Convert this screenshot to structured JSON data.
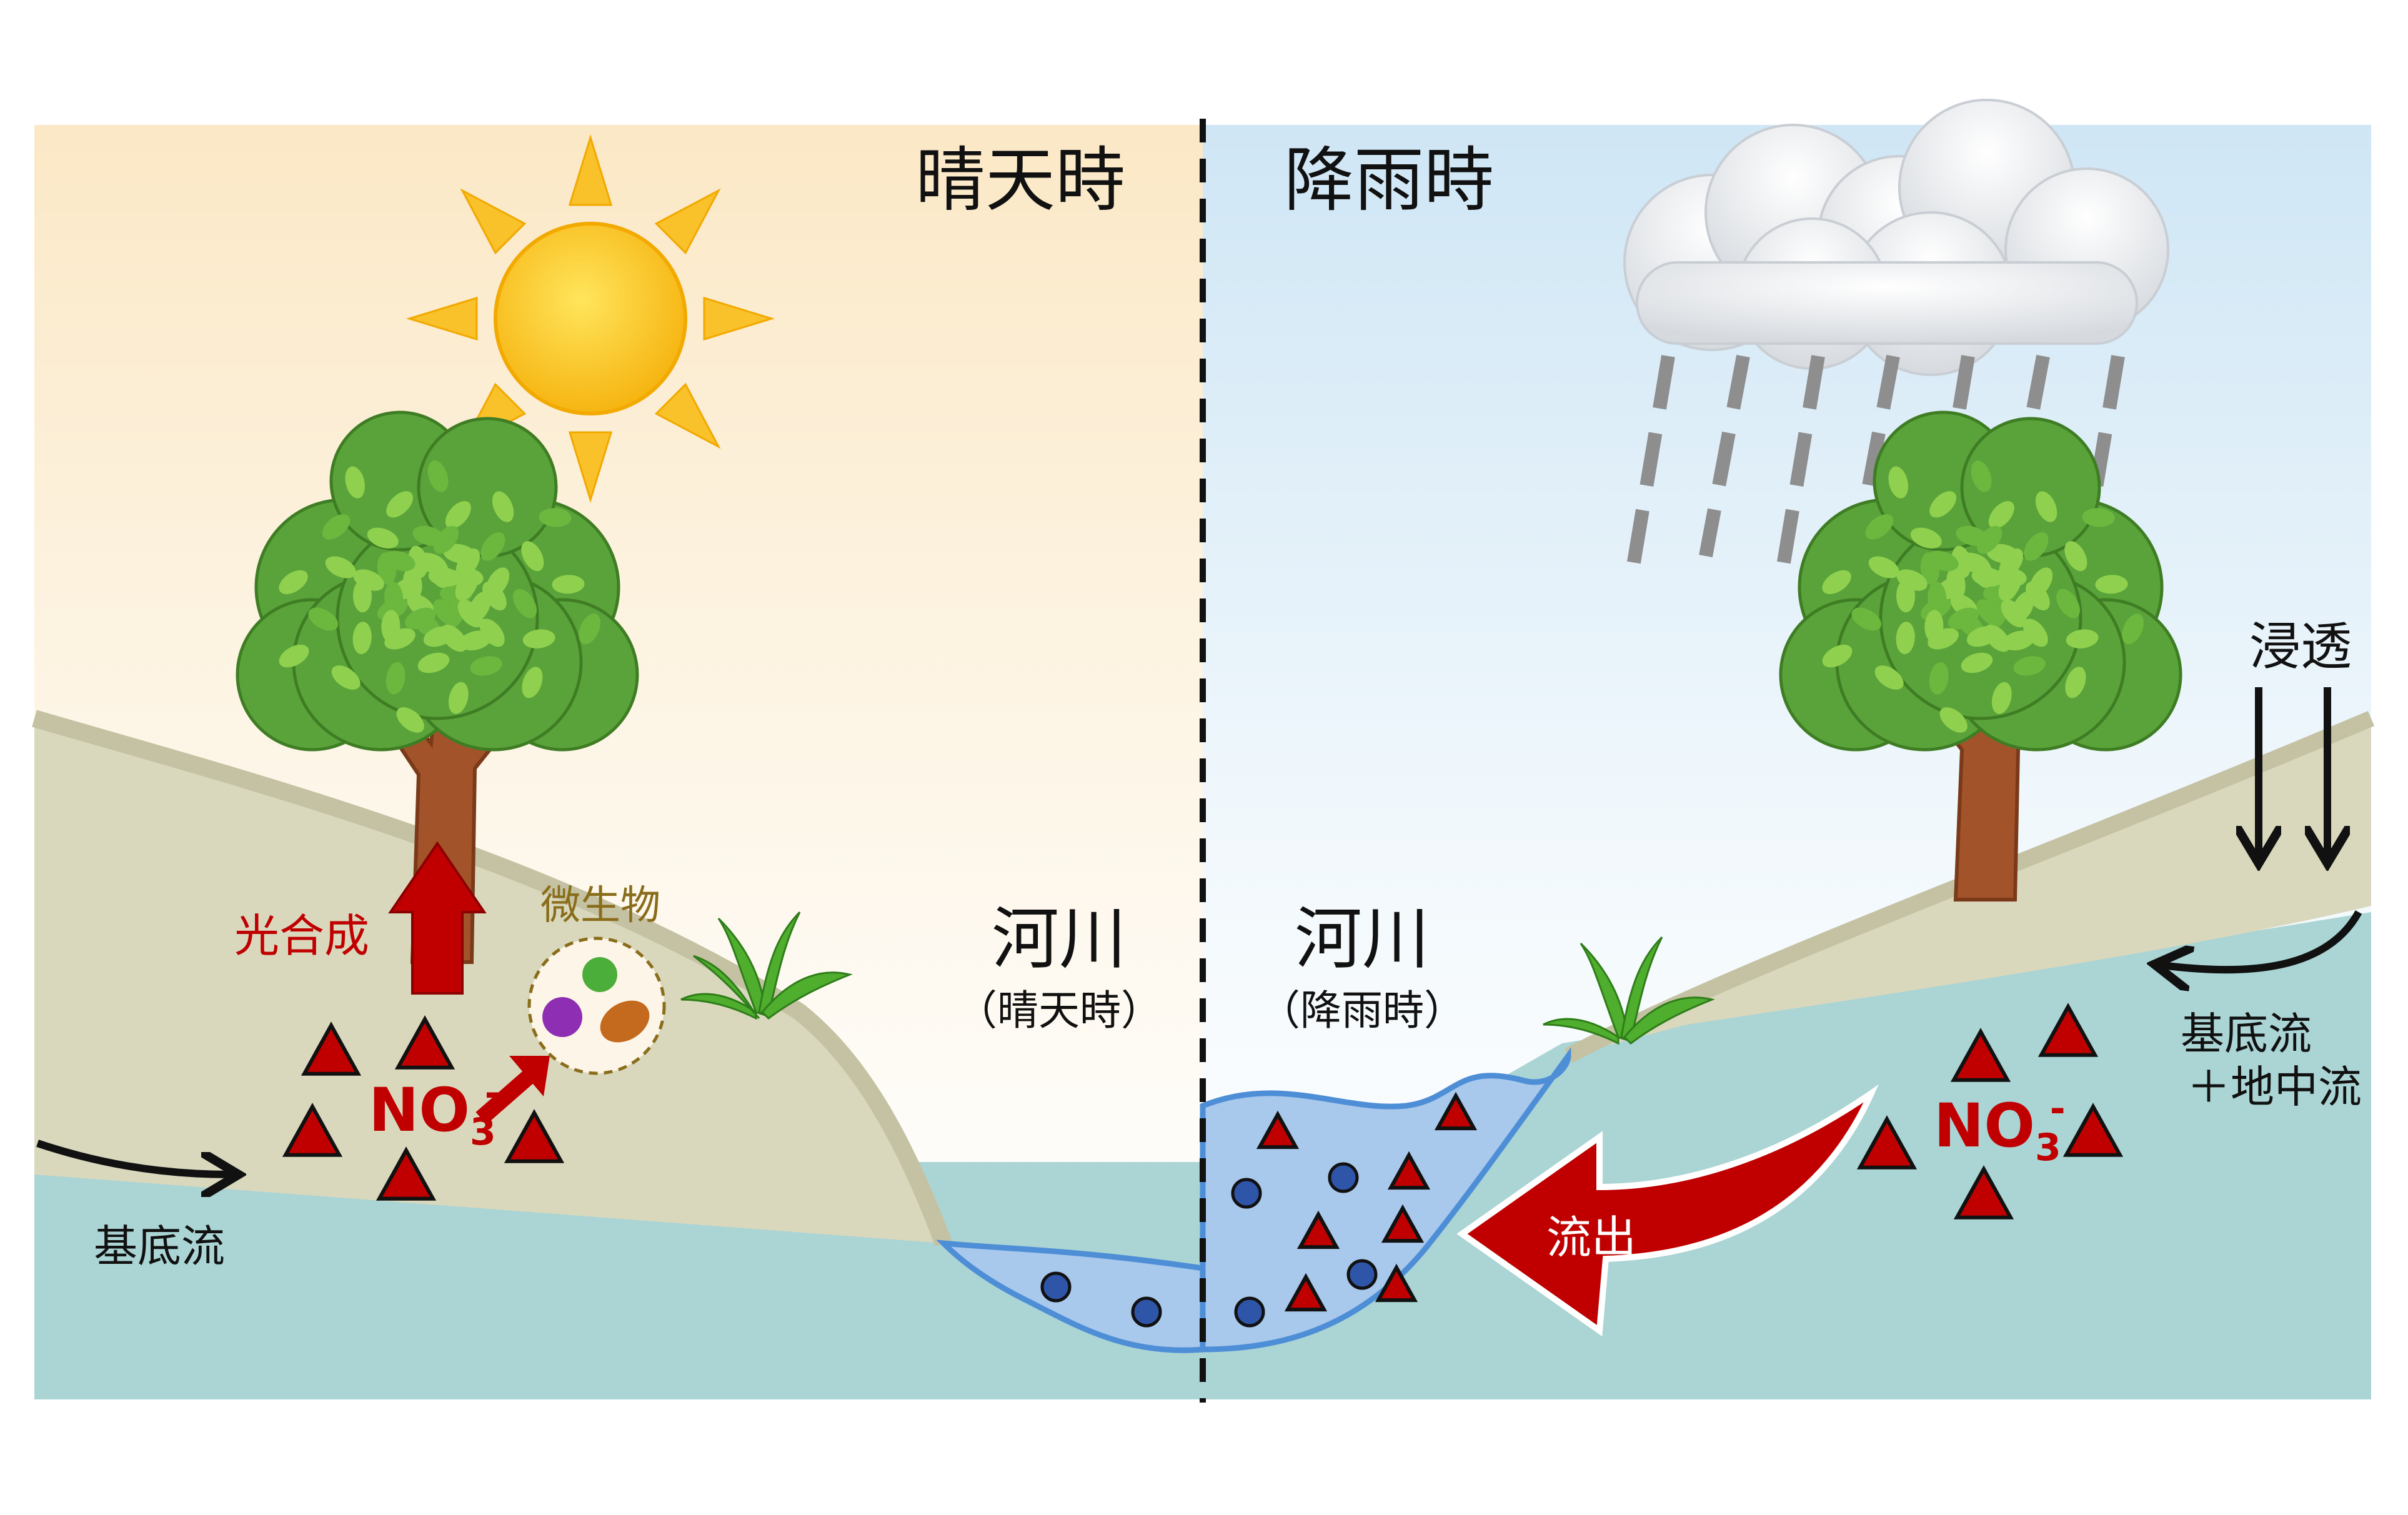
{
  "left_panel": {
    "title": "晴天時",
    "photosynthesis": "光合成",
    "microbes": "微生物",
    "nitrate": {
      "main": "NO",
      "sub": "3",
      "sup": "-"
    },
    "baseflow": "基底流",
    "river_title": "河川",
    "river_sub": "（晴天時）"
  },
  "right_panel": {
    "title": "降雨時",
    "river_title": "河川",
    "river_sub": "（降雨時）",
    "infiltration": "浸透",
    "flow_line1": "基底流",
    "flow_line2": "＋地中流",
    "outflow": "流出",
    "nitrate": {
      "main": "NO",
      "sub": "3",
      "sup": "-"
    }
  },
  "colors": {
    "sunny_sky": "#fcefd4",
    "rainy_sky": "#d6ebf7",
    "soil": "#d9d8bd",
    "soil_edge": "#c4c2a3",
    "groundwater": "#abd4d4",
    "river_water": "#a8c8ec",
    "river_edge": "#4d8ed6",
    "nitrate_red": "#c00000",
    "particle_blue": "#2f55a8"
  },
  "icons": [
    "sun-icon",
    "cloud-icon",
    "rain-icon",
    "tree-icon",
    "grass-icon",
    "microbe-icon",
    "arrow-icon"
  ]
}
